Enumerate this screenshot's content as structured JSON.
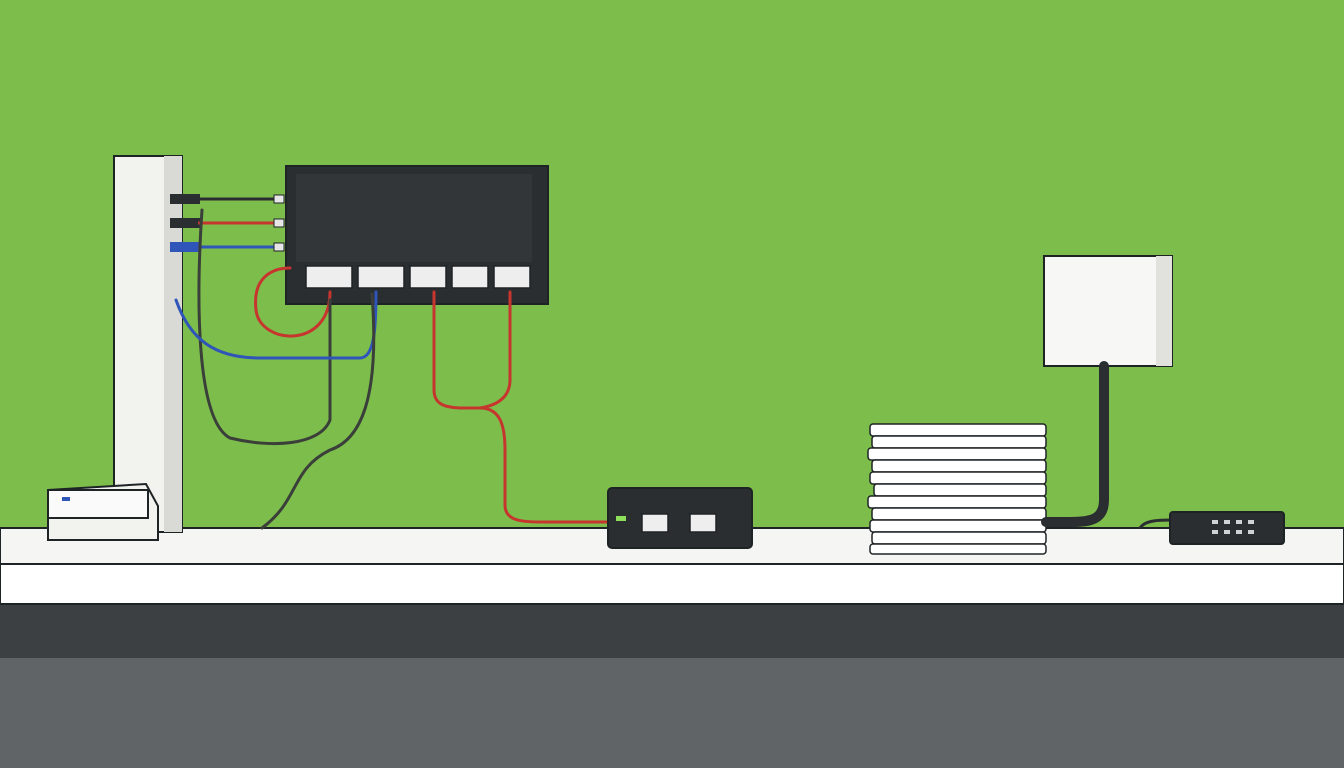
{
  "scene": {
    "description_colors": {
      "wall": "#7cbd4b",
      "shelf_top": "#f7f8f6",
      "shelf_edge": "#ffffff",
      "floor_band": "#3d4043",
      "floor": "#616467",
      "device_dark": "#2b2e31",
      "cable_red": "#c7352f",
      "cable_blue": "#2f55b8",
      "cable_dark": "#3b3f3a",
      "outline": "#1e2326"
    },
    "icons": [
      "wall-mounted-panel",
      "network-switch",
      "router-box",
      "paper-stack",
      "wall-access-point",
      "small-hub",
      "modem-box"
    ]
  }
}
